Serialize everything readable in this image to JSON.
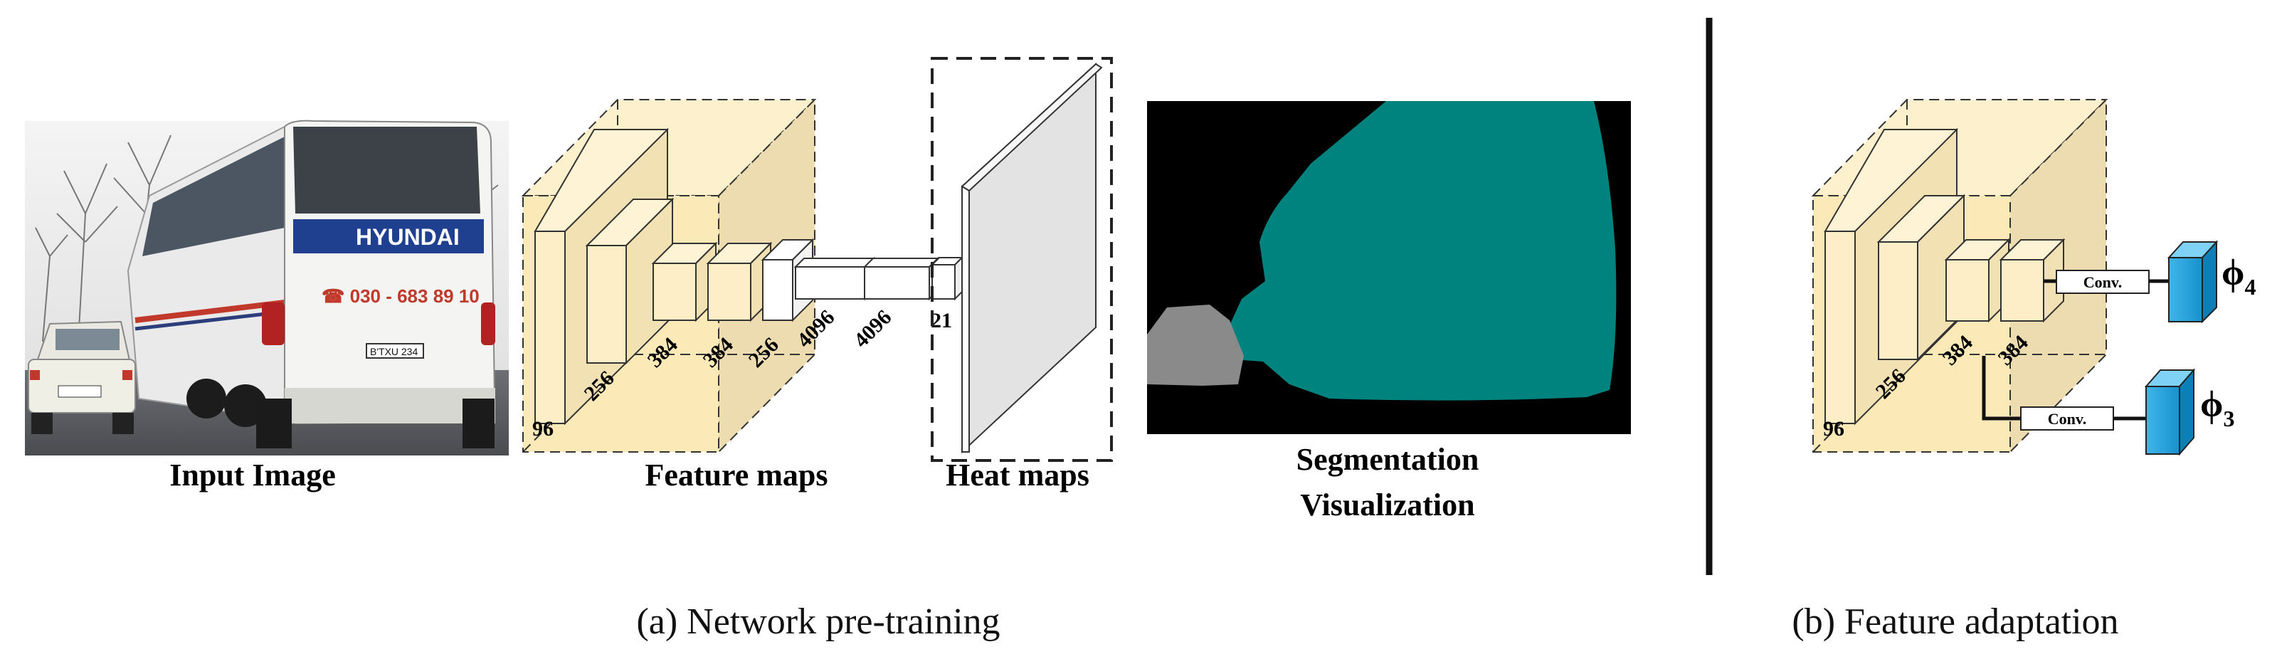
{
  "labels": {
    "input_image": "Input Image",
    "feature_maps": "Feature maps",
    "heat_maps": "Heat maps",
    "segmentation_line1": "Segmentation",
    "segmentation_line2": "Visualization"
  },
  "captions": {
    "a": "(a) Network pre-training",
    "b": "(b) Feature adaptation"
  },
  "layers_a": [
    "96",
    "256",
    "384",
    "384",
    "256",
    "4096",
    "4096",
    "21"
  ],
  "layers_b": [
    "96",
    "256",
    "384",
    "384"
  ],
  "conv_label": "Conv.",
  "phi_4": "ϕ",
  "phi_4_sub": "4",
  "phi_3": "ϕ",
  "phi_3_sub": "3",
  "photo_text": {
    "brand": "HYUNDAI",
    "phone": "☎ 030 - 683 89 10",
    "plate": "B'TXU 234"
  },
  "colors": {
    "cube_front": "#fbe9b7",
    "cube_face_dark": "#e8d6a8",
    "teal": "#00837f",
    "gray_region": "#8a8a8a",
    "blue_box": "#1ea4e0",
    "heat_plane": "#e3e3e3"
  }
}
